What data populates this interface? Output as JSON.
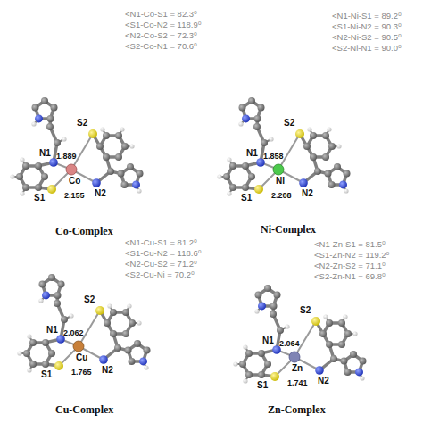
{
  "diagram": {
    "labels": [
      "<N1-Co-S1 = 82.3⁰",
      "<S1-Co-N2 = 118.9⁰",
      "<N2-Co-S2 = 72.3⁰",
      "<S2-Co-N1 = 70.6⁰",
      "S2",
      "N1",
      "1.889",
      "Co",
      "2.155",
      "S1",
      "N2",
      "Co-Complex",
      "<N1-Ni-S1 = 89.2⁰",
      "<S1-Ni-N2 = 90.3⁰",
      "<N2-Ni-S2 = 90.5⁰",
      "<S2-Ni-N1 = 90.0⁰",
      "S2",
      "N1",
      "1.858",
      "Ni",
      "2.208",
      "S1",
      "N2",
      "Ni-Complex",
      "<N1-Cu-S1 = 81.2⁰",
      "<S1-Cu-N2 = 118.6⁰",
      "<N2-Cu-S2 = 71.2⁰",
      "<S2-Cu-Ni = 70.2⁰",
      "S2",
      "N1",
      "2.062",
      "Cu",
      "1.765",
      "S1",
      "N2",
      "Cu-Complex",
      "<N1-Zn-S1 = 81.5⁰",
      "<S1-Zn-N2 = 119.2⁰",
      "<N2-Zn-S2 = 71.1⁰",
      "<S2-Zn-N1 = 69.8⁰",
      "S2",
      "N1",
      "2.064",
      "Zn",
      "1.741",
      "S1",
      "N2",
      "Zn-Complex"
    ]
  }
}
